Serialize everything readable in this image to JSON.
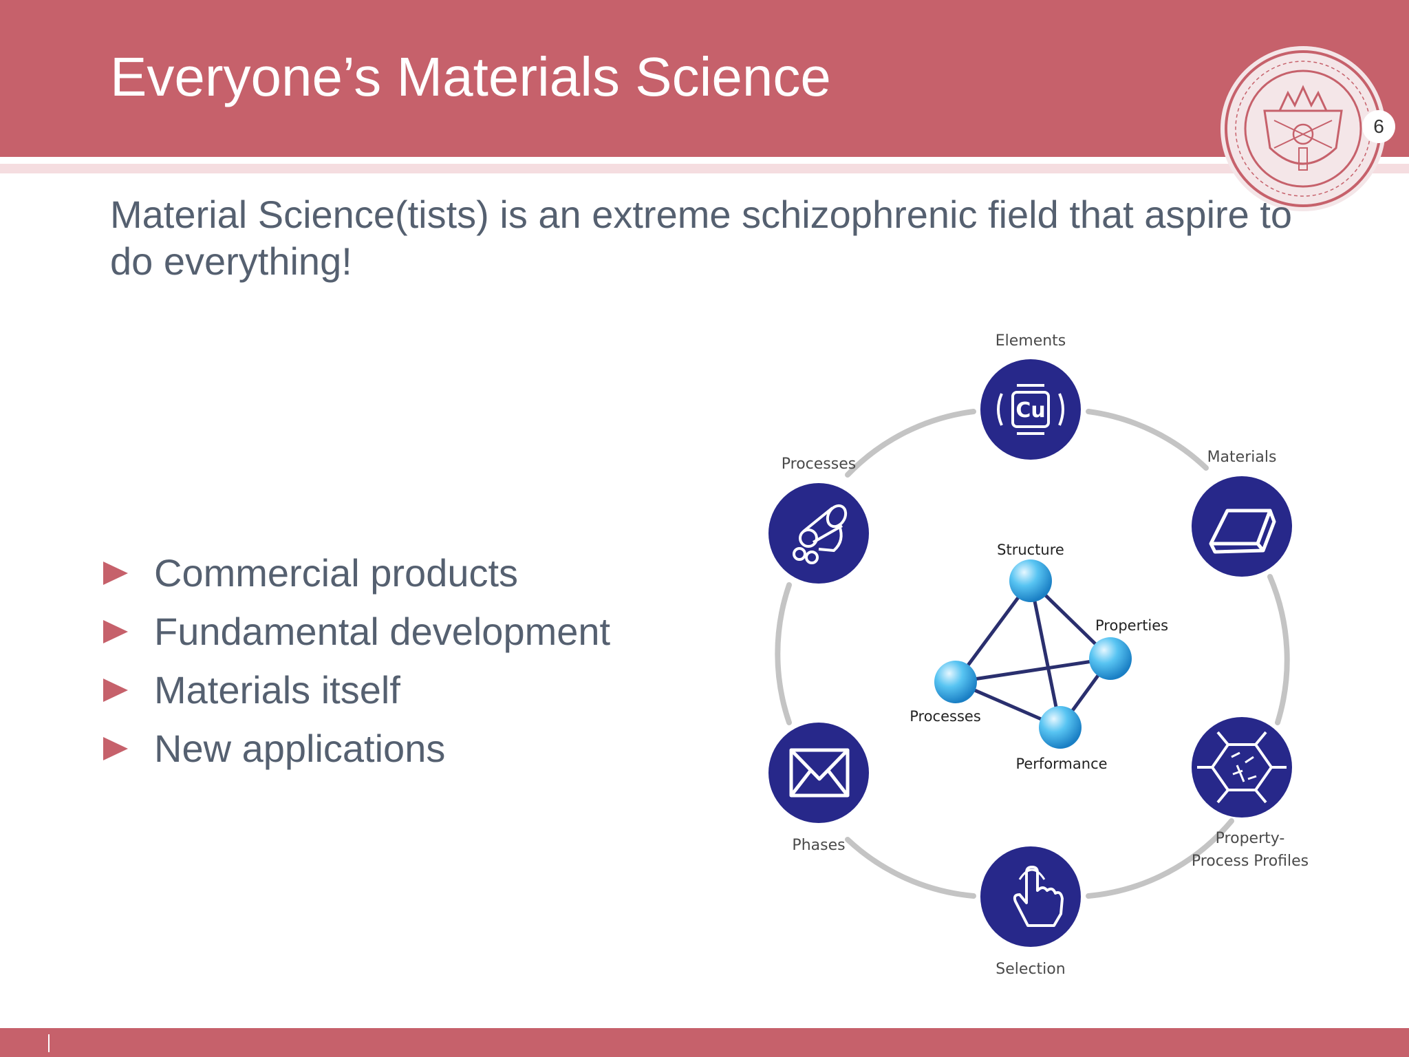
{
  "slide": {
    "title": "Everyone’s Materials Science",
    "page_number": "6",
    "subtitle": "Material Science(tists) is an extreme schizophrenic field that aspire to do everything!",
    "bullets": [
      "Commercial products",
      "Fundamental development",
      "Materials itself",
      "New applications"
    ]
  },
  "diagram": {
    "outer_nodes": [
      {
        "label": "Elements",
        "icon": "element-cu-icon",
        "icon_text": "Cu"
      },
      {
        "label": "Materials",
        "icon": "ingot-icon"
      },
      {
        "label_line1": "Property-",
        "label_line2": "Process Profiles",
        "icon": "microstructure-icon"
      },
      {
        "label": "Selection",
        "icon": "pointer-hand-icon"
      },
      {
        "label": "Phases",
        "icon": "envelope-phase-icon"
      },
      {
        "label": "Processes",
        "icon": "rolls-icon"
      }
    ],
    "inner_nodes": {
      "structure": "Structure",
      "properties": "Properties",
      "processes": "Processes",
      "performance": "Performance"
    }
  },
  "colors": {
    "header": "#c6616b",
    "node_fill": "#27288a",
    "ring": "#c4c4c4",
    "text": "#556070"
  }
}
